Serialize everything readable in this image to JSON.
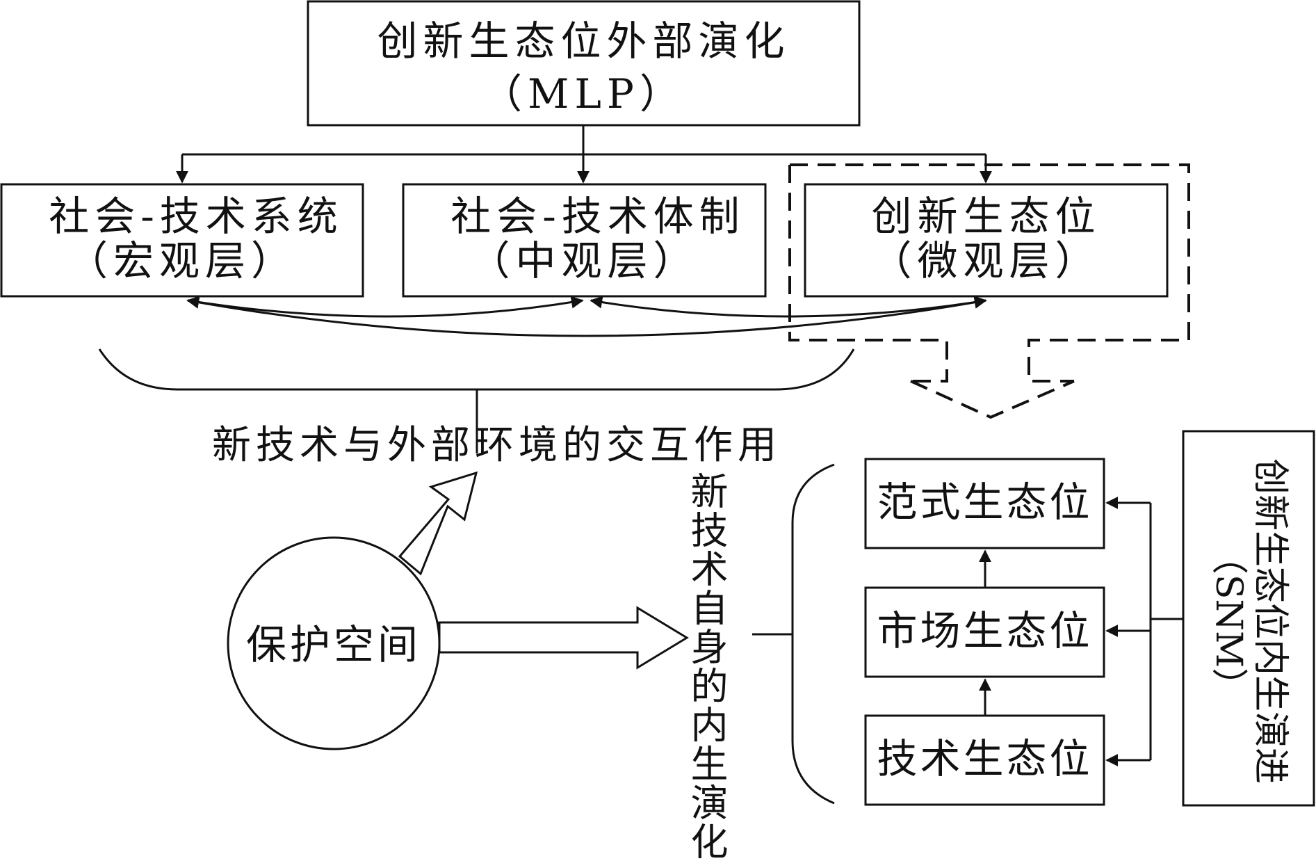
{
  "top_box": {
    "title": "创新生态位外部演化",
    "abbr": "（MLP）"
  },
  "levels": [
    {
      "name": "社会-技术系统",
      "layer": "（宏观层）"
    },
    {
      "name": "社会-技术体制",
      "layer": "（中观层）"
    },
    {
      "name": "创新生态位",
      "layer": "（微观层）"
    }
  ],
  "interaction_label": "新技术与外部环境的交互作用",
  "protected_space": "保护空间",
  "endogenous_label": "新技术自身的内生演化",
  "niches": [
    {
      "name": "范式生态位"
    },
    {
      "name": "市场生态位"
    },
    {
      "name": "技术生态位"
    }
  ],
  "snm_box": {
    "title": "创新生态位内生演进",
    "abbr": "（SNM）"
  }
}
